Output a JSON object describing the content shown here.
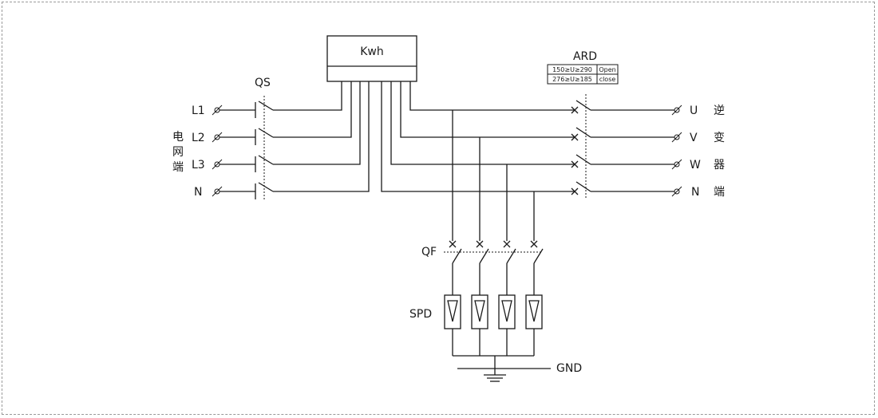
{
  "meter": {
    "label": "Kwh"
  },
  "qs": {
    "label": "QS"
  },
  "ard": {
    "label": "ARD",
    "rows": [
      {
        "range": "150≥U≥290",
        "action": "Open"
      },
      {
        "range": "276≥U≥185",
        "action": "close"
      }
    ]
  },
  "grid_side": {
    "caption_chars": [
      "电",
      "网",
      "端"
    ],
    "phases": [
      "L1",
      "L2",
      "L3",
      "N"
    ]
  },
  "inverter_side": {
    "phases": [
      "U",
      "V",
      "W",
      "N"
    ],
    "caption_chars": [
      "逆",
      "变",
      "器",
      "端"
    ]
  },
  "qf": {
    "label": "QF"
  },
  "spd": {
    "label": "SPD"
  },
  "gnd": {
    "label": "GND"
  }
}
